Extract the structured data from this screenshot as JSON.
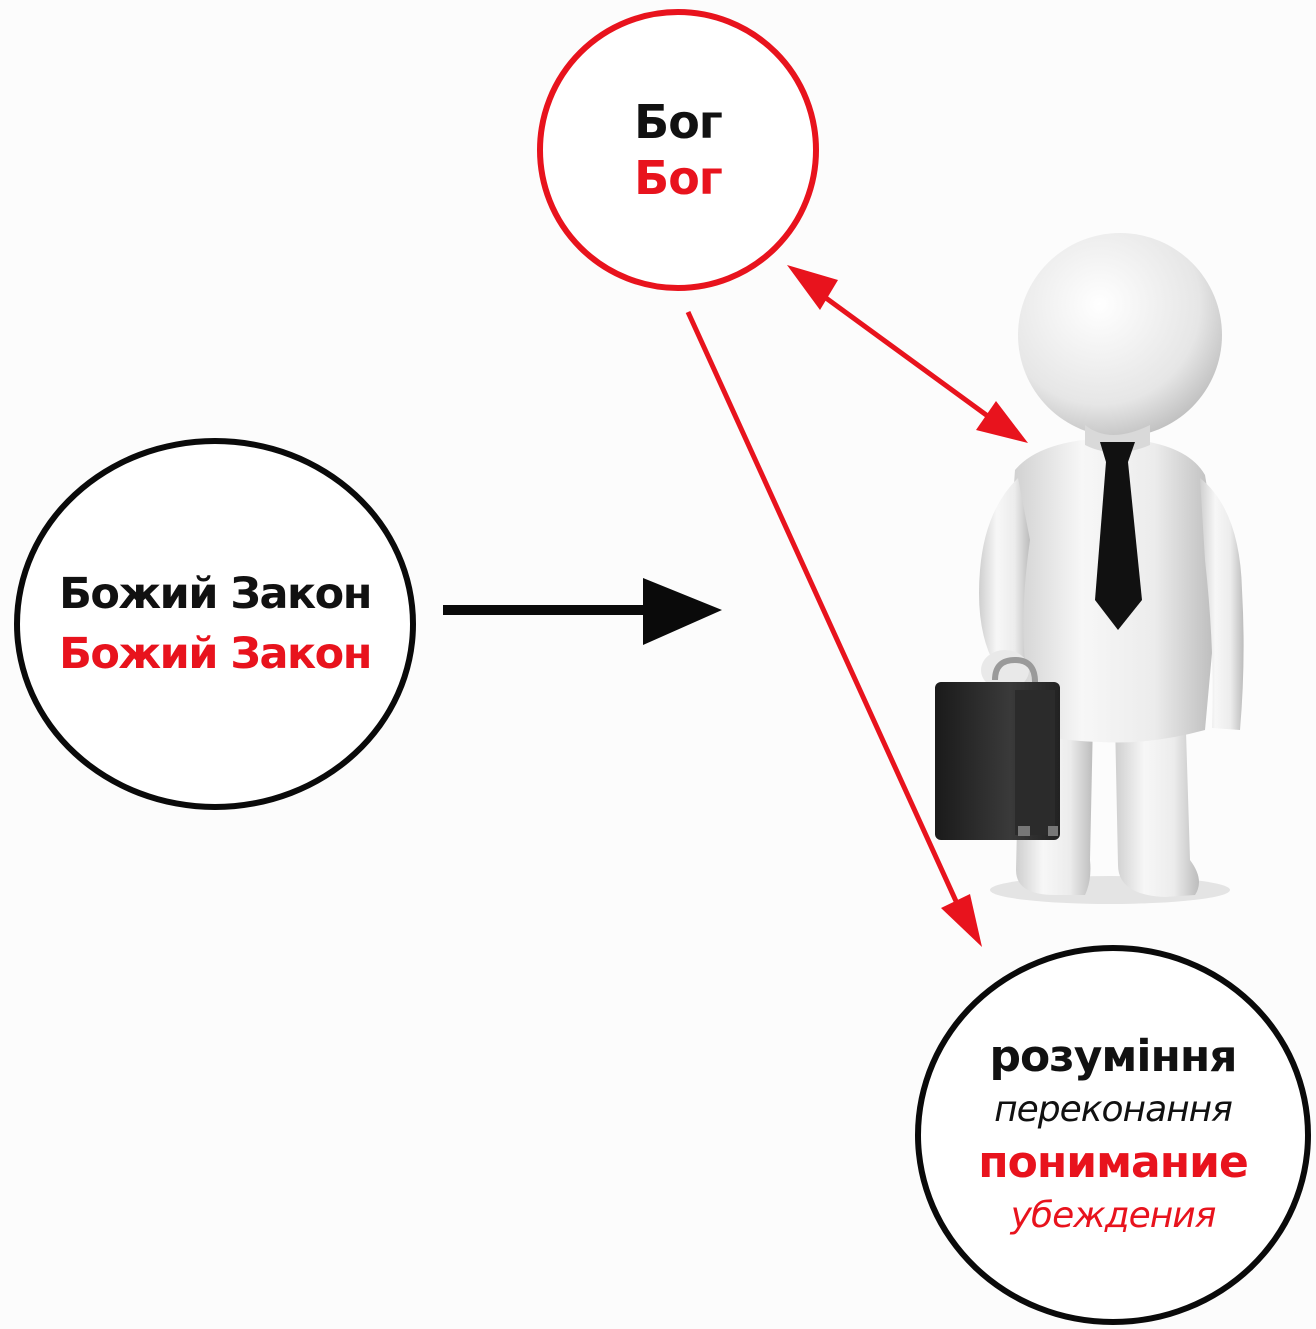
{
  "nodes": {
    "god": {
      "line_ua": "Бог",
      "line_ru": "Бог"
    },
    "law": {
      "line_ua": "Божий Закон",
      "line_ru": "Божий Закон"
    },
    "understanding": {
      "line1_ua": "розуміння",
      "line2_ua": "переконання",
      "line3_ru": "понимание",
      "line4_ru": "убеждения"
    }
  },
  "colors": {
    "accent": "#e8131d",
    "dark": "#0a0a0a",
    "background": "#fcfcfc"
  },
  "figure": {
    "icon": "businessman-figure-icon",
    "accessory": "briefcase-icon",
    "tie": "necktie-icon"
  }
}
